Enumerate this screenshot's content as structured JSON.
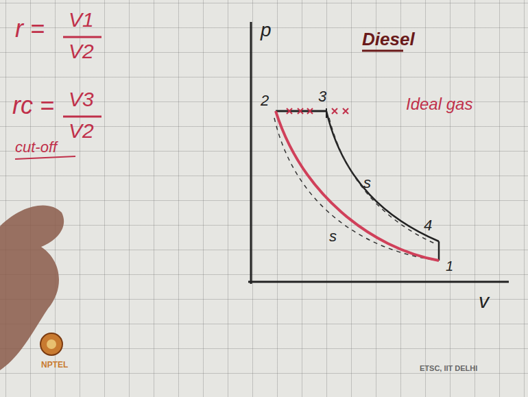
{
  "diagram": {
    "title": "Diesel",
    "labels": [
      "r =",
      "V1",
      "V2",
      "rc =",
      "V3",
      "V2",
      "cut-off",
      "p",
      "v",
      "Ideal gas",
      "2",
      "3",
      "4",
      "1",
      "s",
      "s",
      "ETSC, IIT DELHI",
      "NPTEL"
    ]
  }
}
